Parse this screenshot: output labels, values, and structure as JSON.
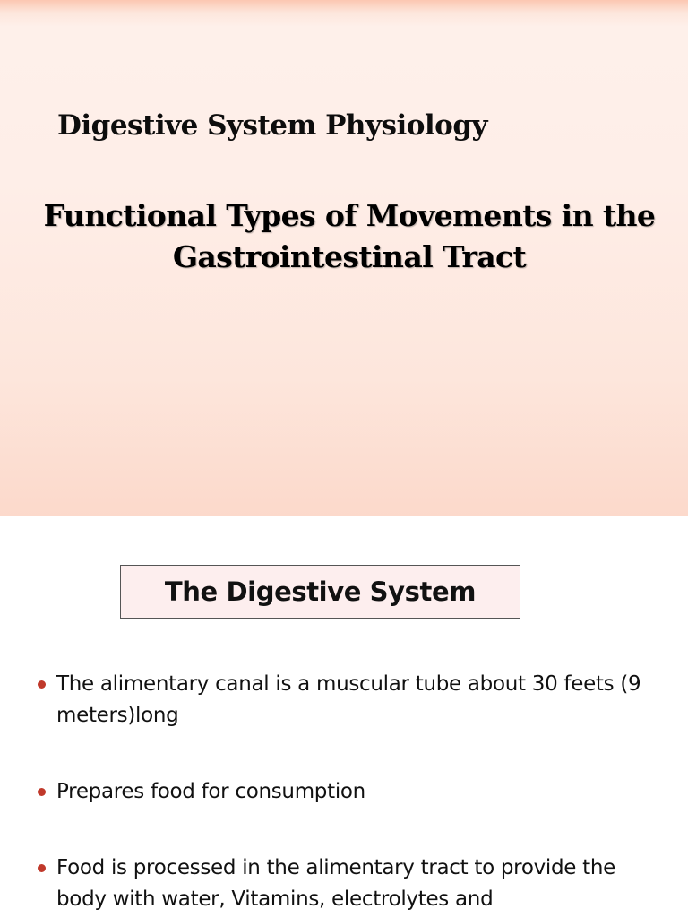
{
  "slide1": {
    "subtitle": "Digestive System Physiology",
    "title_line1": "Functional Types of Movements in the",
    "title_line2": "Gastrointestinal Tract"
  },
  "slide2": {
    "title": "The Digestive System",
    "bullets": [
      {
        "text": "The alimentary canal is a muscular tube about 30 feets (9 meters)long"
      },
      {
        "text": "Prepares food for consumption"
      },
      {
        "text": "Food is processed in the alimentary tract to provide the body with water, Vitamins, electrolytes and"
      }
    ]
  },
  "colors": {
    "slide1_background": "#fde6dc",
    "title_box_fill": "#fdeeee",
    "bullet": "#c0392b"
  },
  "icons": {
    "bullet": "bullet-dot-icon"
  }
}
